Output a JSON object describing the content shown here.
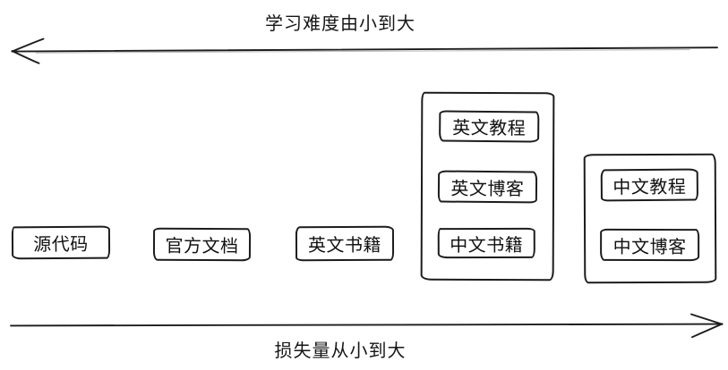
{
  "axes": {
    "top": {
      "label": "学习难度由小到大",
      "arrow_direction": "left"
    },
    "bottom": {
      "label": "损失量从小到大",
      "arrow_direction": "right"
    }
  },
  "resources": {
    "source_code": {
      "label": "源代码"
    },
    "official_docs": {
      "label": "官方文档"
    },
    "english_books": {
      "label": "英文书籍"
    },
    "group_mixed": {
      "items": {
        "english_tutorials": {
          "label": "英文教程"
        },
        "english_blogs": {
          "label": "英文博客"
        },
        "chinese_books": {
          "label": "中文书籍"
        }
      }
    },
    "group_chinese": {
      "items": {
        "chinese_tutorials": {
          "label": "中文教程"
        },
        "chinese_blogs": {
          "label": "中文博客"
        }
      }
    }
  },
  "colors": {
    "stroke": "#1c1c1c",
    "background": "#ffffff",
    "text": "#111111"
  }
}
